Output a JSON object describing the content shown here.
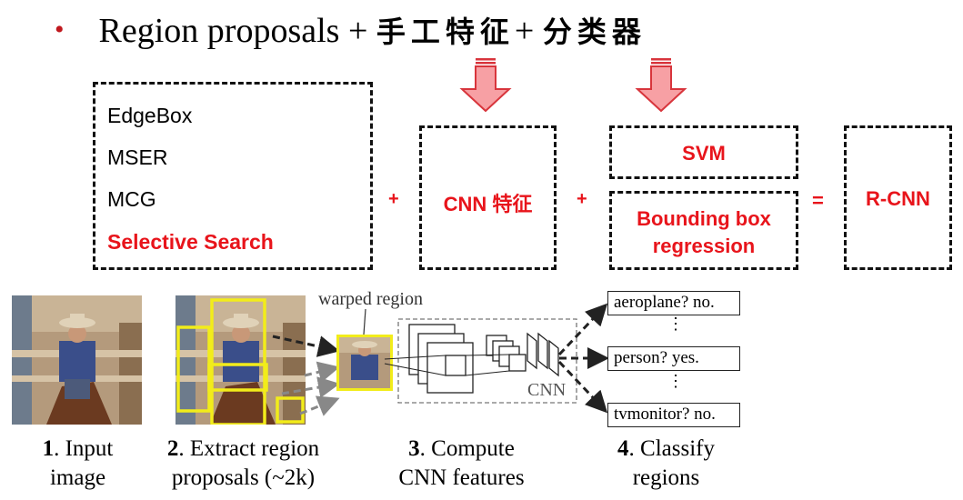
{
  "header": {
    "bullet": "•",
    "title_part1": "Region proposals + ",
    "title_part2": "手工特征",
    "title_part3": "+ ",
    "title_part4": "分类器"
  },
  "proposal_methods": [
    "EdgeBox",
    "MSER",
    "MCG",
    "Selective Search"
  ],
  "operators": {
    "plus1": "+",
    "plus2": "+",
    "equals": "="
  },
  "boxes": {
    "cnn_feature": "CNN 特征",
    "svm": "SVM",
    "bbox_line1": "Bounding box",
    "bbox_line2": "regression",
    "rcnn": "R-CNN"
  },
  "pipeline": {
    "warped_region": "warped region",
    "cnn": "CNN",
    "classes": [
      "aeroplane? no.",
      "person? yes.",
      "tvmonitor? no."
    ],
    "vdots": "⋮"
  },
  "steps": [
    {
      "num": "1",
      "line1": ". Input",
      "line2": "image"
    },
    {
      "num": "2",
      "line1": ". Extract region",
      "line2": "proposals (~2k)"
    },
    {
      "num": "3",
      "line1": ". Compute",
      "line2": "CNN features"
    },
    {
      "num": "4",
      "line1": ". Classify",
      "line2": "regions"
    }
  ],
  "colors": {
    "accent_red": "#e8141b",
    "arrow_fill": "#f7a0a4",
    "proposal_yellow": "#f2ec1a"
  }
}
